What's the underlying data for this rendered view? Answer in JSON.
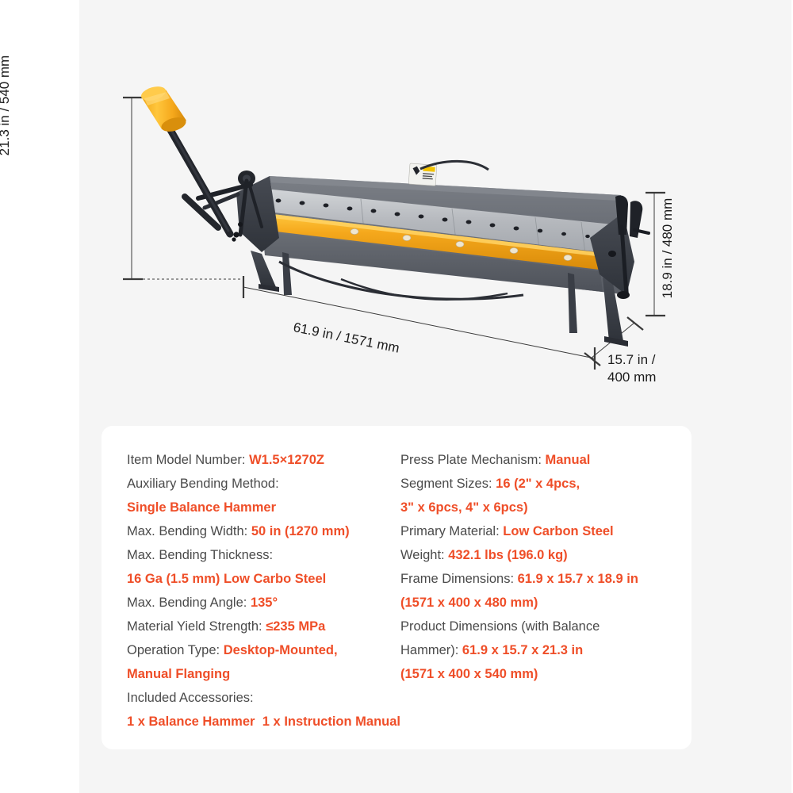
{
  "theme": {
    "page_bg": "#f5f5f5",
    "card_bg": "#ffffff",
    "label_color": "#4a4a4a",
    "value_color": "#ef4e28",
    "dimension_text_color": "#1b1b1b",
    "machine_body_gray": "#6e7278",
    "machine_dark_gray": "#3c4048",
    "machine_blade_silver": "#b9bcc0",
    "machine_yellow": "#f5a81c",
    "hammer_yellow": "#f5a81c"
  },
  "product_illustration": {
    "alt": "Sheet metal pan and box brake with yellow balance hammer, gray frame, silver segmented fingers and yellow clamping bar",
    "parts": [
      "balance-hammer",
      "hammer-handle",
      "linkage-arm",
      "main-body",
      "segmented-fingers",
      "clamping-bar",
      "bending-leaf",
      "legs",
      "right-lever-mechanism",
      "warning-label"
    ]
  },
  "dimensions": {
    "height_with_hammer": "21.3 in / 540 mm",
    "height_frame": "18.9 in / 480 mm",
    "width": "61.9 in / 1571 mm",
    "depth_line1": "15.7 in /",
    "depth_line2": "400 mm"
  },
  "specs": {
    "left_column": [
      {
        "label": "Item Model Number: ",
        "value": "W1.5×1270Z"
      },
      {
        "label": "Auxiliary Bending Method:",
        "value": ""
      },
      {
        "label": "",
        "value": "Single Balance Hammer"
      },
      {
        "label": "Max. Bending Width: ",
        "value": "50 in (1270 mm)"
      },
      {
        "label": "Max. Bending Thickness:",
        "value": ""
      },
      {
        "label": "",
        "value": "16 Ga (1.5 mm) Low Carbo Steel"
      },
      {
        "label": "Max. Bending Angle: ",
        "value": "135°"
      },
      {
        "label": "Material Yield Strength: ",
        "value": "≤235 MPa"
      },
      {
        "label": "Operation Type: ",
        "value": "Desktop-Mounted,"
      },
      {
        "label": "",
        "value": "Manual Flanging"
      },
      {
        "label": "Included Accessories:",
        "value": ""
      }
    ],
    "accessories": [
      "1 x Balance Hammer",
      "1 x Instruction Manual"
    ],
    "right_column": [
      {
        "label": "Press Plate Mechanism: ",
        "value": "Manual"
      },
      {
        "label": "Segment Sizes: ",
        "value": "16 (2\" x 4pcs,"
      },
      {
        "label": "",
        "value": "3\" x 6pcs, 4\" x 6pcs)"
      },
      {
        "label": "Primary Material: ",
        "value": "Low Carbon Steel"
      },
      {
        "label": "Weight: ",
        "value": "432.1 lbs (196.0 kg)"
      },
      {
        "label": "Frame Dimensions: ",
        "value": "61.9 x 15.7 x 18.9 in"
      },
      {
        "label": "",
        "value": "(1571 x 400 x 480 mm)"
      },
      {
        "label": "Product Dimensions (with Balance",
        "value": ""
      },
      {
        "label": "Hammer): ",
        "value": "61.9 x 15.7 x 21.3 in"
      },
      {
        "label": "",
        "value": "(1571 x 400 x 540 mm)"
      }
    ]
  }
}
